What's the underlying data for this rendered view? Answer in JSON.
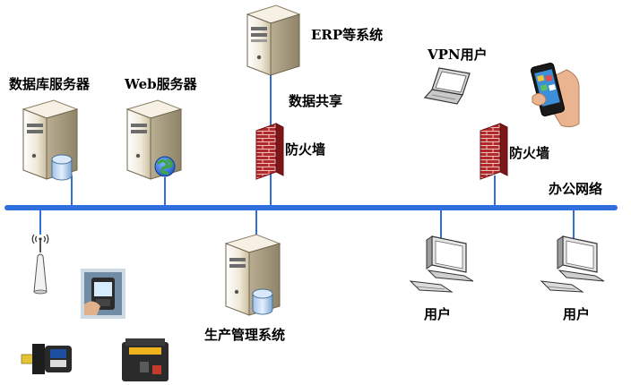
{
  "labels": {
    "erp": "ERP等系统",
    "data_share": "数据共享",
    "db_server": "数据库服务器",
    "web_server": "Web服务器",
    "vpn_user": "VPN用户",
    "firewall_left": "防火墙",
    "firewall_right": "防火墙",
    "office_network": "办公网络",
    "production_mgmt": "生产管理系统",
    "user_1": "用户",
    "user_2": "用户"
  },
  "colors": {
    "backbone": "#2f6fdc",
    "link": "#2f6fdc",
    "server_body": "#efe8d6",
    "firewall": "#b3282a",
    "globe": "#1f58c8",
    "db_cylinder": "#bcd6f0"
  },
  "icons": [
    "server-icon",
    "database-icon",
    "globe-icon",
    "firewall-icon",
    "laptop-icon",
    "smartphone-icon",
    "desktop-computer-icon",
    "wireless-antenna-icon",
    "handheld-scanner-icon",
    "motor-icon",
    "barcode-scanner-icon"
  ]
}
